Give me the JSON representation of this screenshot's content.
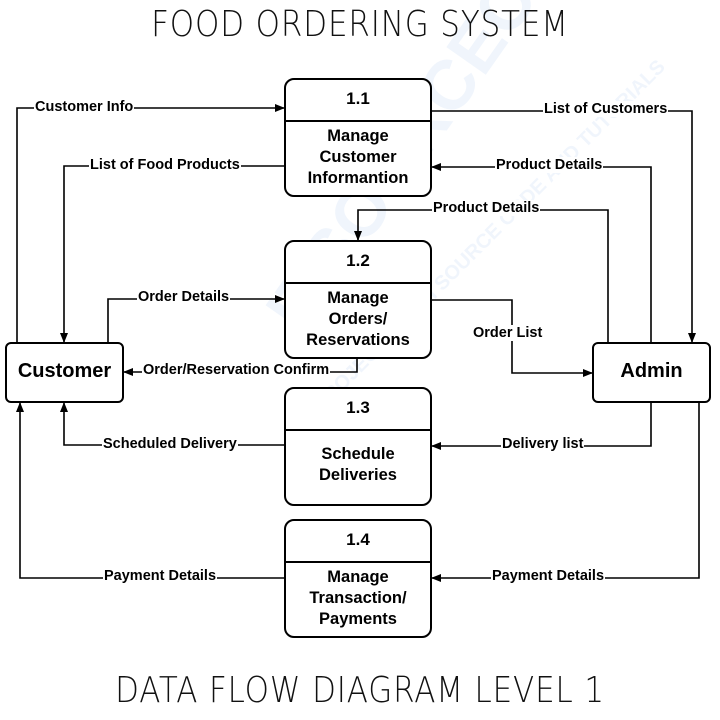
{
  "title": "FOOD ORDERING SYSTEM",
  "subtitle": "DATA FLOW DIAGRAM LEVEL 1",
  "watermark": {
    "brand": "ITSOURCECODE",
    "tagline": "PROJECTS WITH SOURCE CODE AND TUTORIALS",
    "color": "#3c82dc"
  },
  "entities": {
    "customer": "Customer",
    "admin": "Admin"
  },
  "processes": [
    {
      "id": "1.1",
      "name_lines": [
        "Manage",
        "Customer",
        "Informantion"
      ]
    },
    {
      "id": "1.2",
      "name_lines": [
        "Manage",
        "Orders/",
        "Reservations"
      ]
    },
    {
      "id": "1.3",
      "name_lines": [
        "Schedule",
        "Deliveries"
      ]
    },
    {
      "id": "1.4",
      "name_lines": [
        "Manage",
        "Transaction/",
        "Payments"
      ]
    }
  ],
  "flows": [
    {
      "label": "Customer Info",
      "from": "Customer",
      "to": "1.1"
    },
    {
      "label": "List of Food Products",
      "from": "1.1",
      "to": "Customer"
    },
    {
      "label": "List of Customers",
      "from": "1.1",
      "to": "Admin"
    },
    {
      "label": "Product Details",
      "from": "Admin",
      "to": "1.1"
    },
    {
      "label": "Product Details",
      "from": "Admin",
      "to": "1.2"
    },
    {
      "label": "Order Details",
      "from": "Customer",
      "to": "1.2"
    },
    {
      "label": "Order List",
      "from": "1.2",
      "to": "Admin"
    },
    {
      "label": "Order/Reservation Confirm",
      "from": "1.2",
      "to": "Customer"
    },
    {
      "label": "Scheduled Delivery",
      "from": "1.3",
      "to": "Customer"
    },
    {
      "label": "Delivery list",
      "from": "Admin",
      "to": "1.3"
    },
    {
      "label": "Payment Details",
      "from": "1.4",
      "to": "Customer"
    },
    {
      "label": "Payment Details",
      "from": "Admin",
      "to": "1.4"
    }
  ]
}
